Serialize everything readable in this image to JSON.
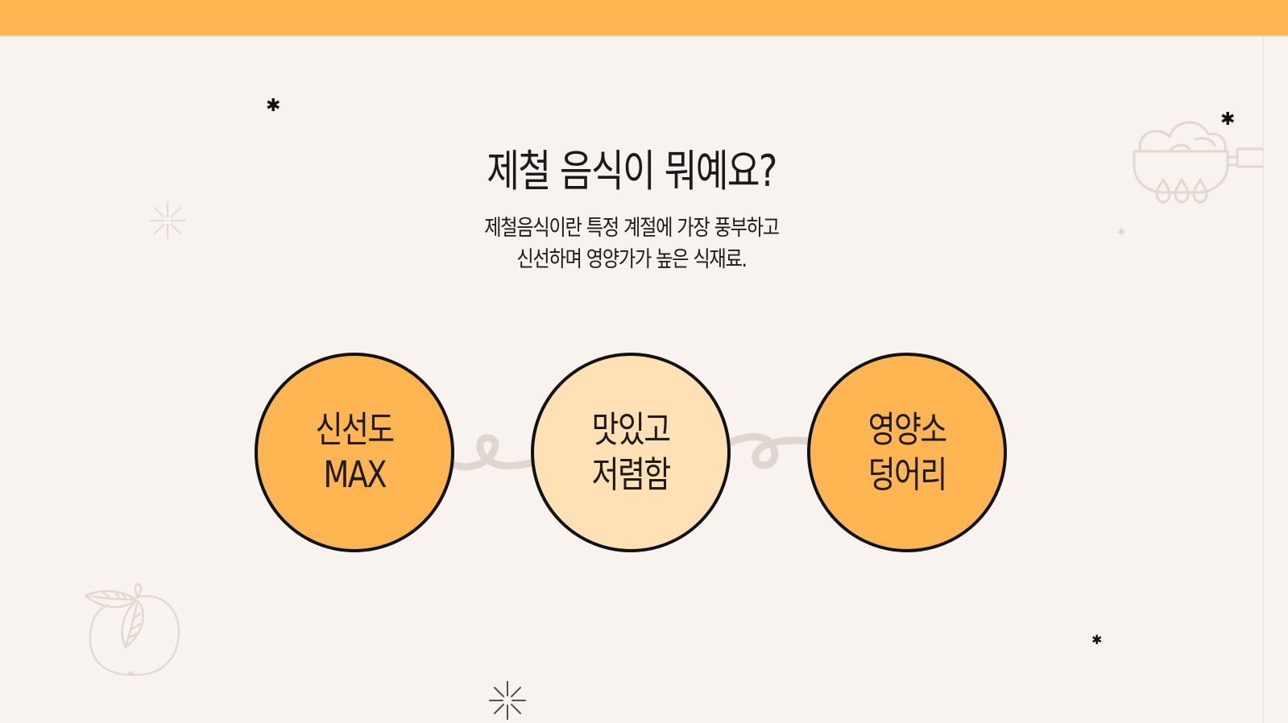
{
  "slide": {
    "title": "제철 음식이 뭐예요?",
    "subtitle_lines": [
      "제철음식이란 특정 계절에 가장 풍부하고",
      "신선하며 영양가가 높은 식재료."
    ],
    "circles": [
      {
        "line1": "신선도",
        "line2": "MAX",
        "fill": "#ffb652"
      },
      {
        "line1": "맛있고",
        "line2": "저렴함",
        "fill": "#ffe1b5"
      },
      {
        "line1": "영양소",
        "line2": "덩어리",
        "fill": "#ffb652"
      }
    ],
    "decorations": {
      "star_glyph": "✱",
      "icons": [
        "cooking-pot-icon",
        "peach-icon",
        "sparkle-icon",
        "asterisk-icon",
        "loop-connector-icon"
      ]
    }
  },
  "colors": {
    "accent": "#ffb652",
    "accent_light": "#ffe1b5",
    "background": "#f8f3ee",
    "line_art": "#e0d6d1",
    "text": "#1e1a19"
  }
}
